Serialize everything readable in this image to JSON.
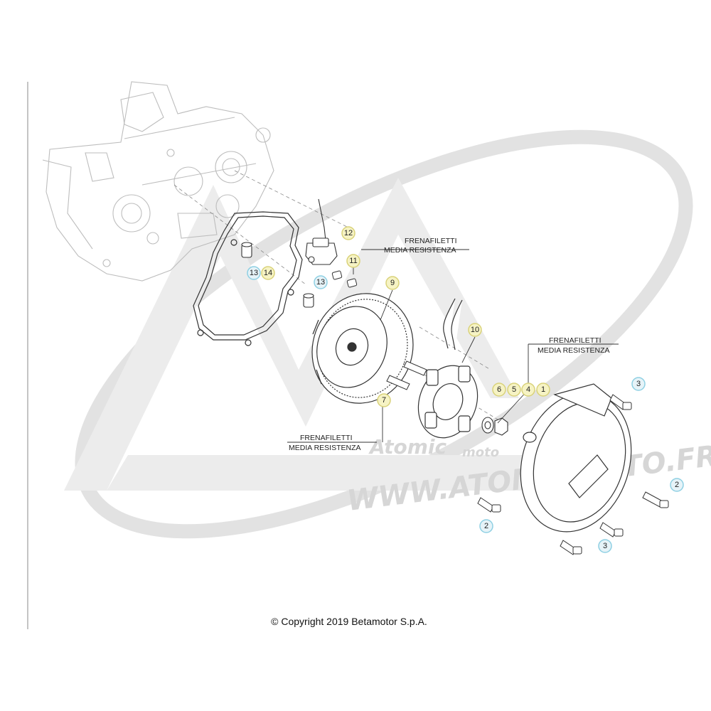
{
  "watermark": {
    "url": "WWW.ATOMICMOTO.FR",
    "brand": "moto",
    "brand_script": "Atomic"
  },
  "notes": {
    "threadlock_top_line1": "FRENAFILETTI",
    "threadlock_top_line2": "MEDIA RESISTENZA",
    "threadlock_right_line1": "FRENAFILETTI",
    "threadlock_right_line2": "MEDIA RESISTENZA",
    "threadlock_bottom_line1": "FRENAFILETTI",
    "threadlock_bottom_line2": "MEDIA RESISTENZA"
  },
  "callouts": [
    {
      "id": "c12",
      "text": "12",
      "style": "yellow"
    },
    {
      "id": "c11",
      "text": "11",
      "style": "yellow"
    },
    {
      "id": "c13a",
      "text": "13",
      "style": "blue"
    },
    {
      "id": "c14",
      "text": "14",
      "style": "yellow"
    },
    {
      "id": "c13b",
      "text": "13",
      "style": "blue"
    },
    {
      "id": "c9",
      "text": "9",
      "style": "yellow"
    },
    {
      "id": "c10",
      "text": "10",
      "style": "yellow"
    },
    {
      "id": "c7",
      "text": "7",
      "style": "yellow"
    },
    {
      "id": "c6",
      "text": "6",
      "style": "yellow"
    },
    {
      "id": "c5",
      "text": "5",
      "style": "yellow"
    },
    {
      "id": "c4",
      "text": "4",
      "style": "yellow"
    },
    {
      "id": "c1",
      "text": "1",
      "style": "yellow"
    },
    {
      "id": "c3a",
      "text": "3",
      "style": "blue"
    },
    {
      "id": "c2a",
      "text": "2",
      "style": "blue"
    },
    {
      "id": "c2b",
      "text": "2",
      "style": "blue"
    },
    {
      "id": "c3b",
      "text": "3",
      "style": "blue"
    }
  ],
  "colors": {
    "yellow_fill": "#f6f3c4",
    "yellow_stroke": "#d9d27a",
    "blue_fill": "#e6f3f8",
    "blue_stroke": "#8fd0e3",
    "line": "#333333",
    "ghost": "#b9b9b9"
  },
  "copyright": "© Copyright 2019 Betamotor S.p.A."
}
